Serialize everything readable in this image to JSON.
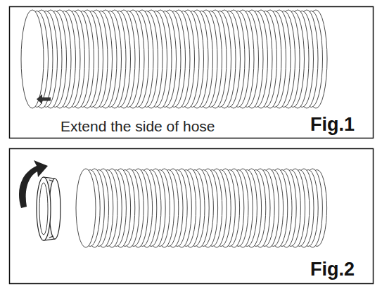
{
  "diagram": {
    "labels": [
      "Extend the side of hose",
      "Fig.1",
      "Fig.2"
    ]
  }
}
